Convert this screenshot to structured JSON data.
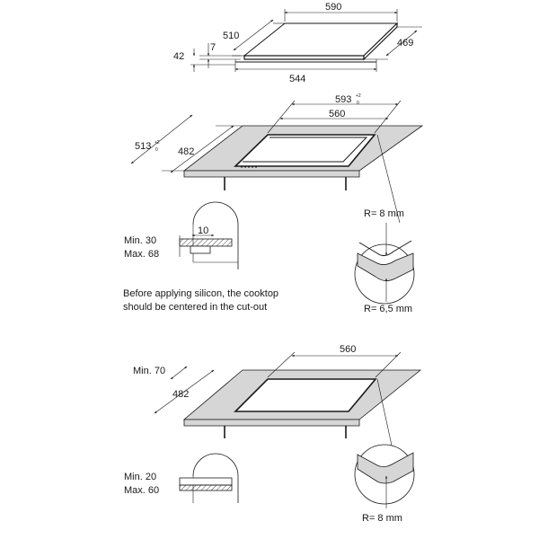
{
  "top": {
    "width": "590",
    "depth_top": "510",
    "depth_right": "469",
    "thickness_small": "7",
    "thickness_total": "42",
    "bottom_width": "544"
  },
  "cutout1": {
    "width": "593",
    "width_tol_top": "+2",
    "width_tol_bot": "0",
    "inner_width": "560",
    "depth": "513",
    "depth_tol_top": "+2",
    "depth_tol_bot": "0",
    "inner_depth": "482"
  },
  "detail1": {
    "min_label": "Min. 30",
    "max_label": "Max. 68",
    "gap": "10"
  },
  "corner1": {
    "r_top": "R= 8 mm",
    "r_bottom": "R= 6,5 mm"
  },
  "note": {
    "line1": "Before applying silicon, the cooktop",
    "line2": "should be centered in the cut-out"
  },
  "cutout2": {
    "min_side": "Min. 70",
    "inner_width": "560",
    "inner_depth": "482"
  },
  "detail2": {
    "min_label": "Min. 20",
    "max_label": "Max. 60"
  },
  "corner2": {
    "r_label": "R= 8 mm"
  }
}
